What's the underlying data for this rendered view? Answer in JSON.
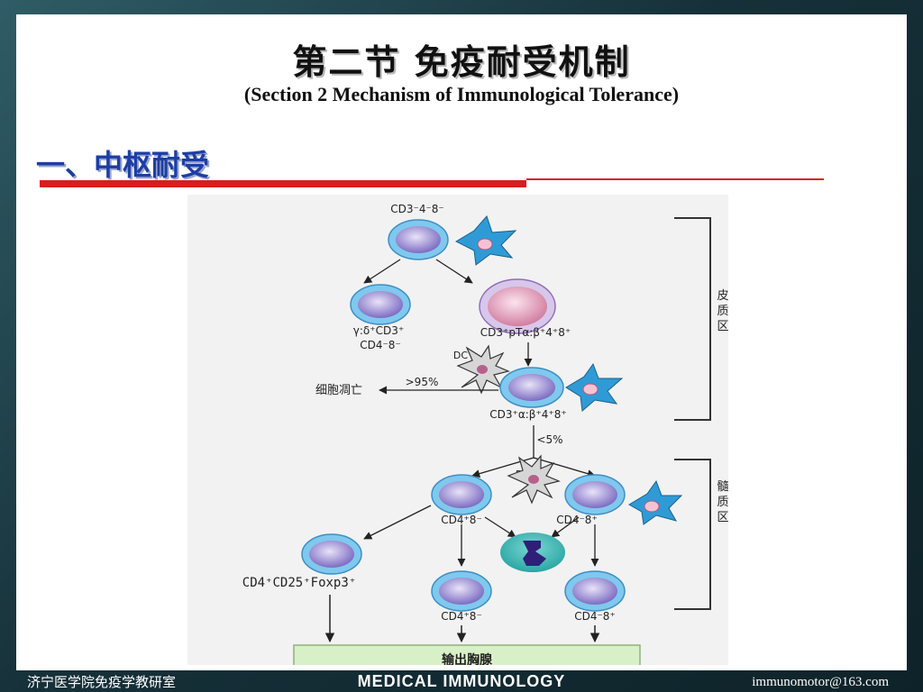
{
  "slide": {
    "title": "第二节  免疫耐受机制",
    "subtitle": "(Section 2  Mechanism of Immunological Tolerance)",
    "section_heading": "一、中枢耐受"
  },
  "diagram": {
    "labels": {
      "top_cell": "CD3⁻4⁻8⁻",
      "gd_cell_line1": "γ:δ⁺CD3⁺",
      "gd_cell_line2": "CD4⁻8⁻",
      "pre_cell": "CD3⁺pTα:β⁺4⁺8⁺",
      "dc_top": "DC",
      "apoptosis_pct": ">95%",
      "apoptosis": "细胞凋亡",
      "dp_cell": "CD3⁺α:β⁺4⁺8⁺",
      "survive_pct": "<5%",
      "dc_bottom": "DC",
      "cd4_sp": "CD4⁺8⁻",
      "cd8_sp": "CD4⁻8⁺",
      "treg": "CD4⁺CD25⁺Foxp3⁺",
      "cd4_out": "CD4⁺8⁻",
      "cd8_out": "CD4⁻8⁺",
      "export": "输出胸腺",
      "cortex": "皮质区",
      "medulla": "髓质区"
    }
  },
  "footer": {
    "left": "济宁医学院免疫学教研室",
    "center": "MEDICAL IMMUNOLOGY",
    "right": "immunomotor@163.com"
  },
  "colors": {
    "heading_blue": "#1d3ea6",
    "rule_red": "#d81d1d",
    "cell_outer": "#82c9ef",
    "cell_inner": "#9a88cf",
    "pre_cell": "#e09ab6",
    "dendritic": "#2f9bd6",
    "export_box": "#d8f0c8"
  }
}
